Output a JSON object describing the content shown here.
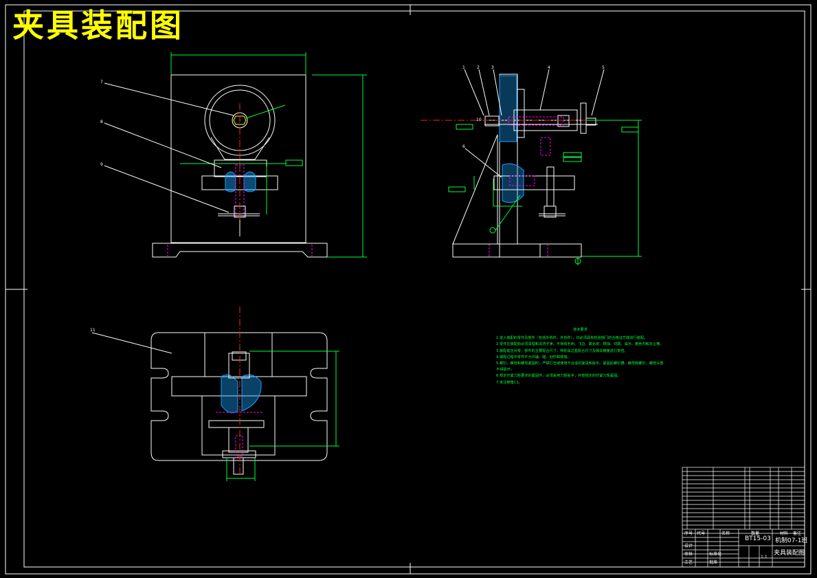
{
  "drawing": {
    "title": "夹具装配图",
    "colors": {
      "background": "#000000",
      "outline": "#ffffff",
      "dimension": "#00ff3a",
      "center_line": "#ff2020",
      "hidden_line": "#ff00ff",
      "section_hatch": "#19a3ff",
      "title_text": "#ffff00"
    }
  },
  "views": {
    "front": {
      "balloons": [
        "7",
        "8",
        "9"
      ]
    },
    "side": {
      "balloons": [
        "1",
        "2",
        "3",
        "4",
        "5",
        "6",
        "10"
      ]
    },
    "top": {
      "balloons": [
        "11"
      ]
    }
  },
  "technical_notes": {
    "heading": "技术要求",
    "items": [
      "1.进入装配的零件及部件（包括外购件、外协件），均必须具有检验部门的合格证方能进行装配。",
      "2.零件在装配前必须清理和清洗干净，不得有毛刺、飞边、氧化皮、锈蚀、切屑、油污、着色剂和灰尘等。",
      "3.装配前应对零、部件的主要配合尺寸，特别是过盈配合尺寸及相关精度进行复查。",
      "4.装配过程中零件不允许磕、碰、划伤和锈蚀。",
      "5.螺钉、螺栓和螺母紧固时，严禁打击或使用不合适的旋具和扳手。紧固后螺钉槽、螺母和螺钉、螺栓头部不得损坏。",
      "6.规定拧紧力矩要求的紧固件，必须采用力矩扳手，并按规定的拧紧力矩紧固。",
      "7.未注倒角C1。"
    ]
  },
  "title_block": {
    "drawing_name": "夹具装配图",
    "drawing_number": "BT15-03",
    "school": "机制07-1班",
    "designer": "设计",
    "checker": "审核",
    "process": "工艺",
    "standard": "标准化",
    "approve": "批准",
    "scale": "1:1",
    "row_headers": [
      "序号",
      "代号",
      "名称",
      "数量",
      "材料",
      "备注"
    ]
  }
}
